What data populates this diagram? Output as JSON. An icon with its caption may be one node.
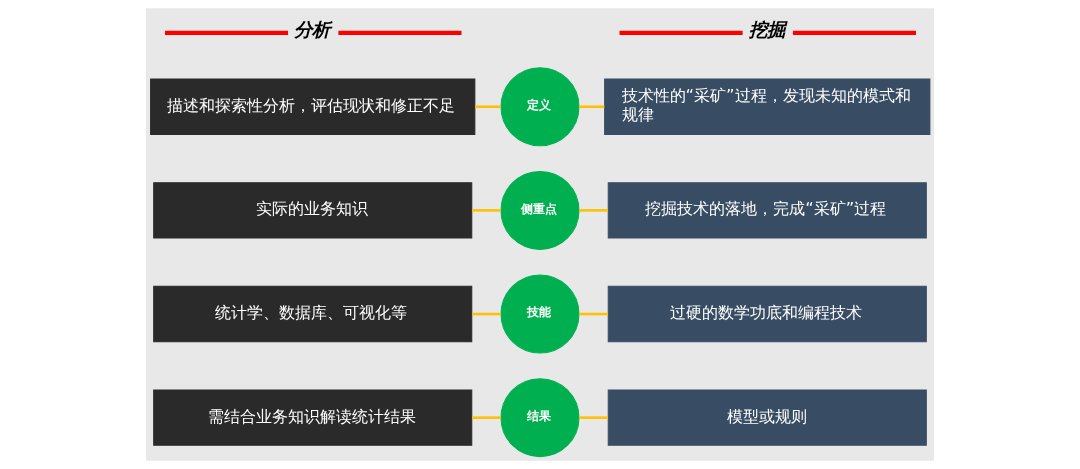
{
  "diagram": {
    "nodes": [
      {
        "text": [
          "描述和探索性分析，评估现状和修正不足"
        ]
      },
      {
        "text": [
          "定义"
        ]
      },
      {
        "text": [
          "技术性的“采矿”过程，发现未知的模式和规律"
        ]
      },
      {
        "text": [
          "实际的业务知识"
        ]
      },
      {
        "text": [
          "侧重点"
        ]
      },
      {
        "text": [
          "挖掘技术的落地，完成“采矿”过程"
        ]
      },
      {
        "text": [
          "统计学、数据库、可视化等"
        ]
      },
      {
        "text": [
          "技能"
        ]
      },
      {
        "text": [
          "过硬的数学功底和编程技术"
        ]
      },
      {
        "text": [
          "需结合业务知识解读统计结果"
        ]
      },
      {
        "text": [
          "结果"
        ]
      },
      {
        "text": [
          "模型或规则"
        ]
      }
    ],
    "edges": [
      {
        "from": 0,
        "to": 1,
        "arrow": "none"
      },
      {
        "from": 1,
        "to": 2,
        "arrow": "none"
      },
      {
        "from": 3,
        "to": 4,
        "arrow": "none"
      },
      {
        "from": 4,
        "to": 5,
        "arrow": "none"
      },
      {
        "from": 6,
        "to": 7,
        "arrow": "none"
      },
      {
        "from": 7,
        "to": 8,
        "arrow": "none"
      },
      {
        "from": 9,
        "to": 10,
        "arrow": "none"
      },
      {
        "from": 10,
        "to": 11,
        "arrow": "none"
      }
    ],
    "labels": [
      "分析",
      "挖掘"
    ]
  }
}
